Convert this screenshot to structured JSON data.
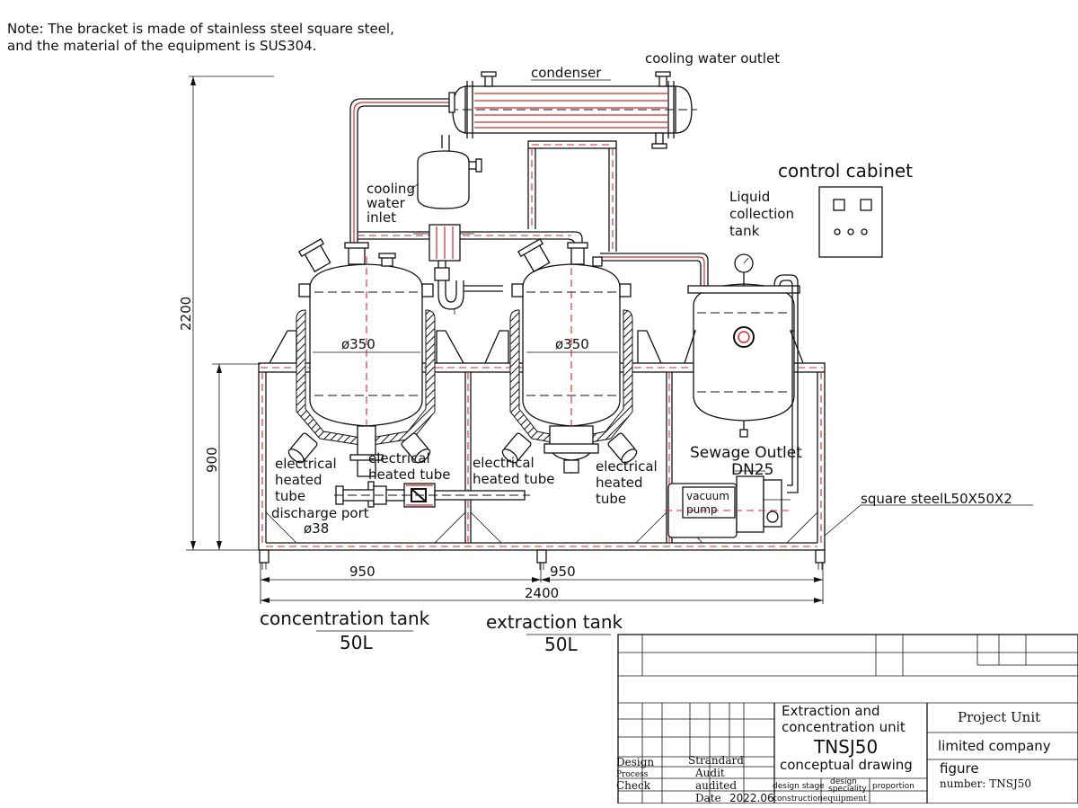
{
  "note": {
    "line1": "Note: The bracket is made of stainless steel square steel,",
    "line2": "and the material of the equipment is SUS304."
  },
  "labels": {
    "condenser": "condenser",
    "cooling_water_outlet": "cooling water outlet",
    "control_cabinet": "control cabinet",
    "cooling_water_inlet": [
      "cooling",
      "water",
      "inlet"
    ],
    "liquid_collection_tank": [
      "Liquid",
      "collection",
      "tank"
    ],
    "diameter_left": "ø350",
    "diameter_mid": "ø350",
    "electrical_heated_tube_1": [
      "electrical",
      "heated",
      "tube"
    ],
    "electrical_heated_tube_2": [
      "electrical",
      "heated tube"
    ],
    "electrical_heated_tube_3": [
      "electrical",
      "heated tube"
    ],
    "electrical_heated_tube_4": [
      "electrical",
      "heated",
      "tube"
    ],
    "discharge_port": [
      "discharge port",
      "ø38"
    ],
    "sewage_outlet": [
      "Sewage Outlet",
      "DN25"
    ],
    "vacuum_pump": [
      "vacuum",
      "pump"
    ],
    "square_steel": "square steelL50X50X2",
    "concentration_tank": [
      "concentration tank",
      "50L"
    ],
    "extraction_tank": [
      "extraction tank",
      "50L"
    ]
  },
  "dimensions": {
    "height_total": "2200",
    "height_frame": "900",
    "width_left": "950",
    "width_mid": "950",
    "width_total": "2400"
  },
  "title_block": {
    "title_line1": "Extraction and",
    "title_line2": "concentration unit",
    "model": "TNSJ50",
    "drawing_type": "conceptual drawing",
    "project_unit": "Project Unit",
    "company": "limited company",
    "figure_label": "figure",
    "figure_number": "number: TNSJ50",
    "design": "Design",
    "process": "Process",
    "check": "Check",
    "standard": "Strandard",
    "audit": "Audit",
    "audited": "audited",
    "date": "Date",
    "date_value": "2022.06",
    "design_stage": "design stage",
    "design_speciality": [
      "design",
      "speciality"
    ],
    "proportion": "proportion",
    "construction": "construction",
    "equipment": "equipment"
  }
}
